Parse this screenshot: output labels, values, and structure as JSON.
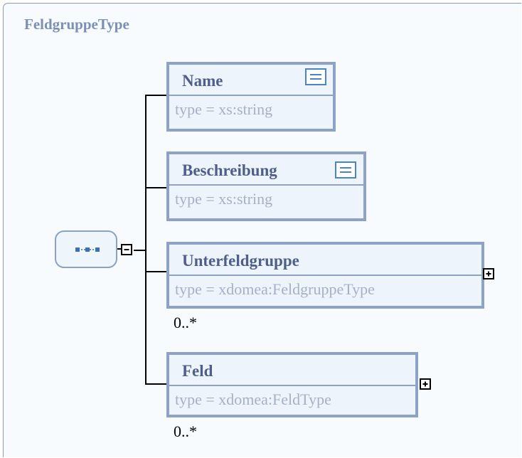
{
  "diagram": {
    "title": "FeldgruppeType",
    "elements": [
      {
        "name": "Name",
        "type": "xs:string",
        "has_doc": true,
        "expandable": false,
        "multiplicity": ""
      },
      {
        "name": "Beschreibung",
        "type": "xs:string",
        "has_doc": true,
        "expandable": false,
        "multiplicity": ""
      },
      {
        "name": "Unterfeldgruppe",
        "type": "xdomea:FeldgruppeType",
        "has_doc": false,
        "expandable": true,
        "multiplicity": "0..*"
      },
      {
        "name": "Feld",
        "type": "xdomea:FeldType",
        "has_doc": false,
        "expandable": true,
        "multiplicity": "0..*"
      }
    ],
    "type_prefix": "type  =  ",
    "colors": {
      "title": "#7c8fb4",
      "box_border": "#8ea1c6",
      "box_fill": "#eef4fb",
      "name_text": "#4f5e8a",
      "type_text": "#a6b1c6",
      "frame_fill": "#f7fbfd"
    },
    "icons": {
      "sequence": "sequence-compositor-icon",
      "doc": "documentation-icon",
      "collapse": "minus-box-icon",
      "expand": "plus-box-icon"
    }
  }
}
